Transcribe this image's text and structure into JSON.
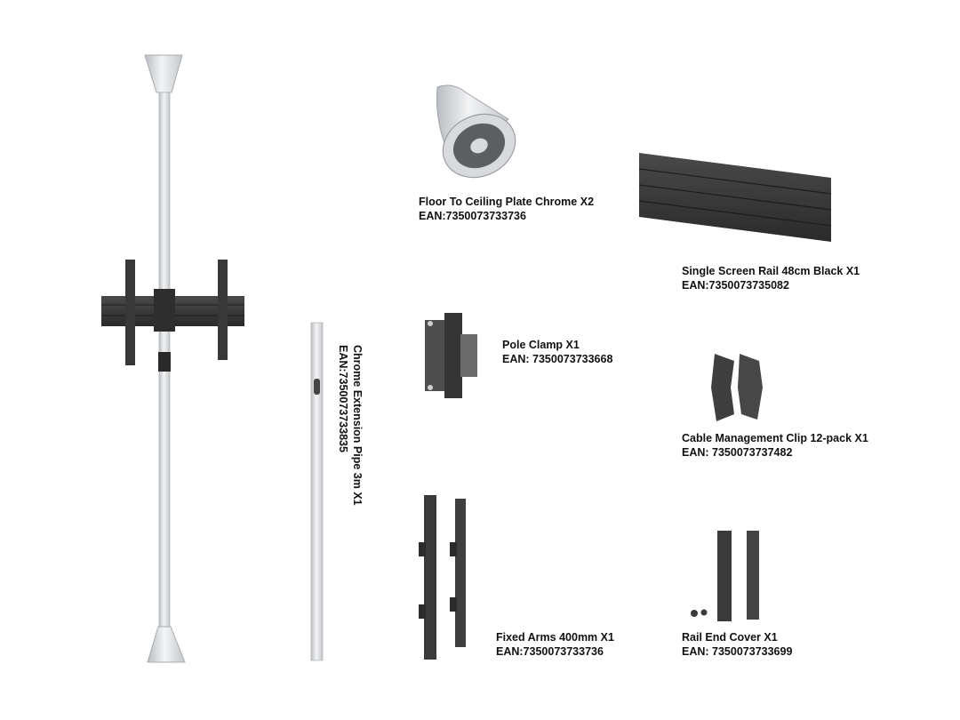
{
  "products": [
    {
      "name": "Floor To Ceiling Plate Chrome X2",
      "ean": "EAN:7350073733736"
    },
    {
      "name": "Single Screen Rail 48cm Black X1",
      "ean": "EAN:7350073735082"
    },
    {
      "name": "Pole Clamp X1",
      "ean": "EAN: 7350073733668"
    },
    {
      "name": "Chrome Extension Pipe 3m X1",
      "ean": "EAN:7350073733835"
    },
    {
      "name": "Cable Management Clip 12-pack X1",
      "ean": "EAN: 7350073737482"
    },
    {
      "name": "Fixed Arms 400mm X1",
      "ean": "EAN:7350073733736"
    },
    {
      "name": "Rail End Cover X1",
      "ean": "EAN: 7350073733699"
    }
  ],
  "colors": {
    "chrome": "#d9dcdf",
    "black": "#3a3a3a",
    "text": "#111111"
  }
}
